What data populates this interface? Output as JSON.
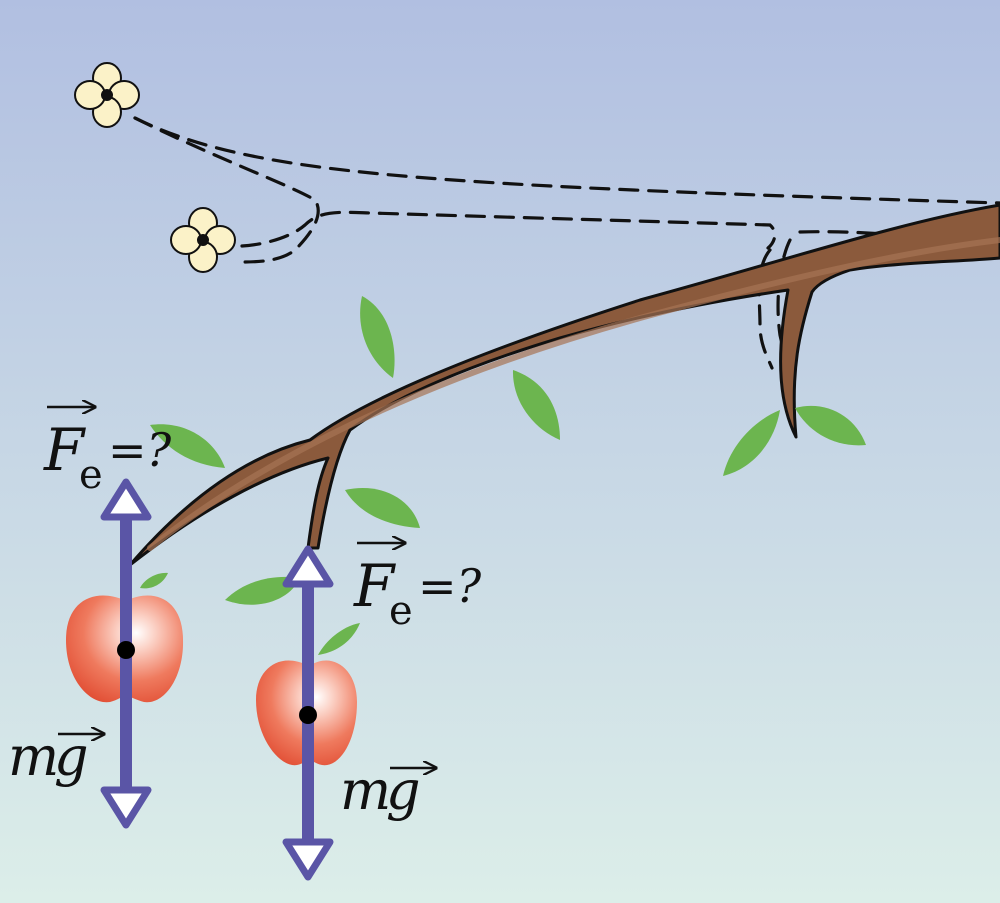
{
  "colors": {
    "sky_top": "#b1bfe1",
    "sky_bottom": "#dceee9",
    "branch": "#8b5a3c",
    "branch_outline": "#111111",
    "leaf": "#6cb54f",
    "blossom": "#fbf2c8",
    "apple": "#e8553a",
    "force_arrow": "#5a55a6",
    "dashed_outline": "#111111"
  },
  "labels": {
    "tension_symbol": "F",
    "tension_subscript": "e",
    "tension_suffix": "=?",
    "weight_m": "m",
    "weight_g": "g"
  },
  "apples": [
    {
      "id": "apple-1"
    },
    {
      "id": "apple-2"
    }
  ],
  "icons": {
    "blossom": "blossom-icon",
    "leaf": "leaf-icon",
    "apple": "apple-icon",
    "center_of_mass": "center-of-mass-dot"
  }
}
